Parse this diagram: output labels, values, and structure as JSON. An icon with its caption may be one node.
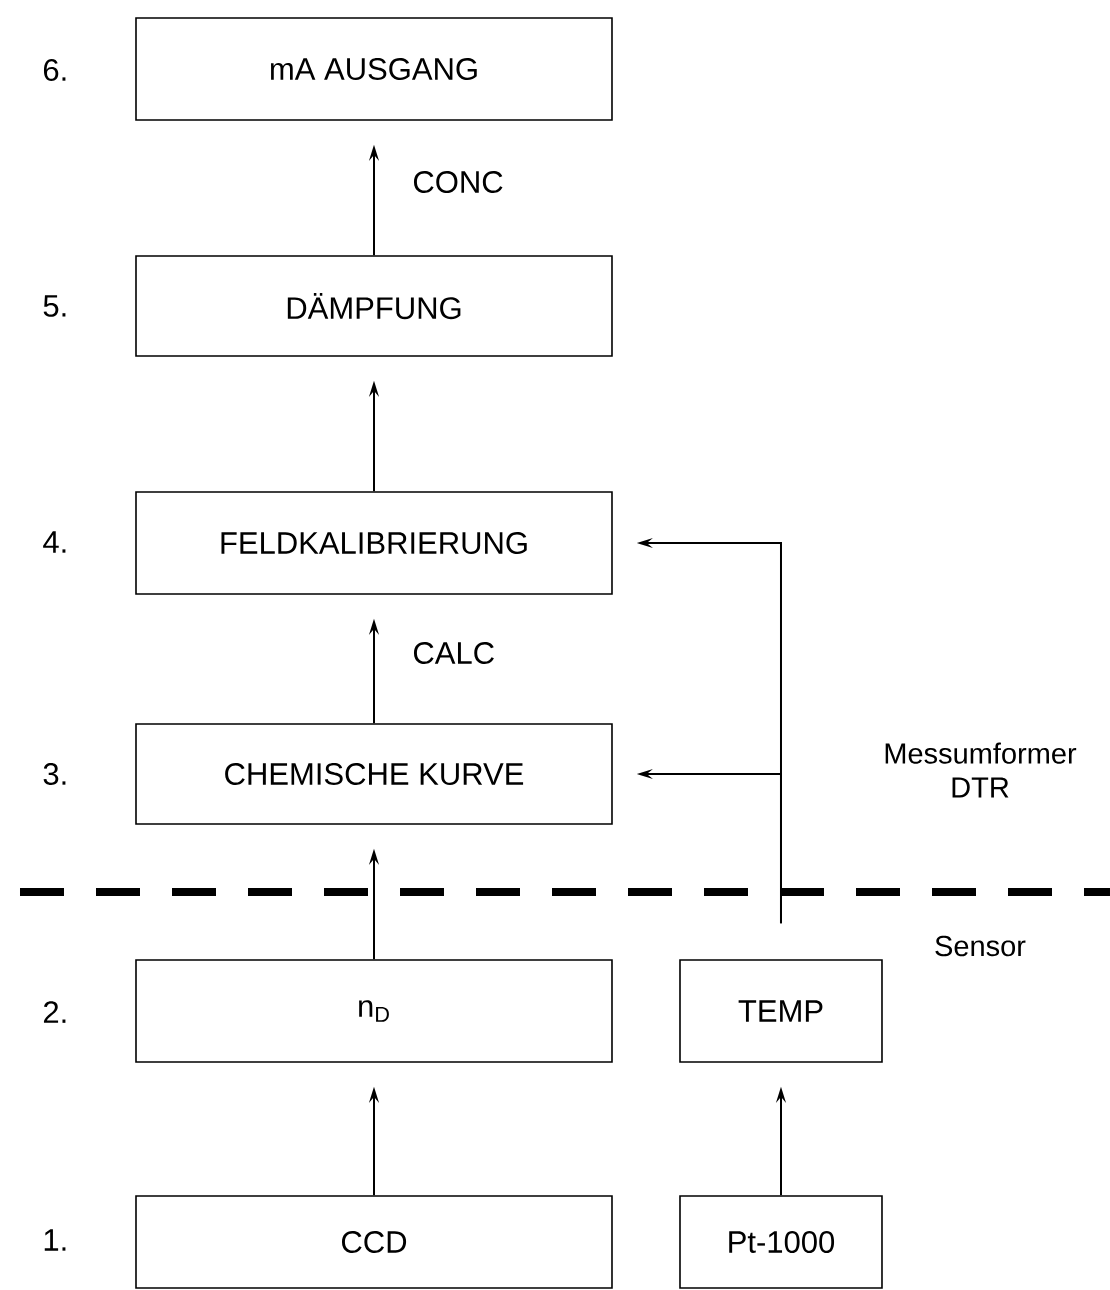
{
  "diagram": {
    "nodes": [
      {
        "text": [
          "mA AUSGANG"
        ]
      },
      {
        "text": [
          "DÄMPFUNG"
        ]
      },
      {
        "text": [
          "FELDKALIBRIERUNG"
        ]
      },
      {
        "text": [
          "CHEMISCHE KURVE"
        ]
      },
      {
        "text": [
          "n$_{D}$"
        ]
      },
      {
        "text": [
          "TEMP"
        ]
      },
      {
        "text": [
          "CCD"
        ]
      },
      {
        "text": [
          "Pt-1000"
        ]
      }
    ],
    "edges": [
      {
        "from": 1,
        "to": 0,
        "arrow": "to",
        "label": "CONC"
      },
      {
        "from": 2,
        "to": 1,
        "arrow": "to"
      },
      {
        "from": 3,
        "to": 2,
        "arrow": "to",
        "label": "CALC"
      },
      {
        "from": 4,
        "to": 3,
        "arrow": "to"
      },
      {
        "from": 6,
        "to": 4,
        "arrow": "to"
      },
      {
        "from": 7,
        "to": 5,
        "arrow": "to"
      },
      {
        "from": 5,
        "to": 2,
        "arrow": "to"
      },
      {
        "from": 5,
        "to": 3,
        "arrow": "to"
      }
    ],
    "labels": [
      "6.",
      "5.",
      "4.",
      "3.",
      "Messumformer DTR",
      "Sensor",
      "2.",
      "1."
    ]
  }
}
